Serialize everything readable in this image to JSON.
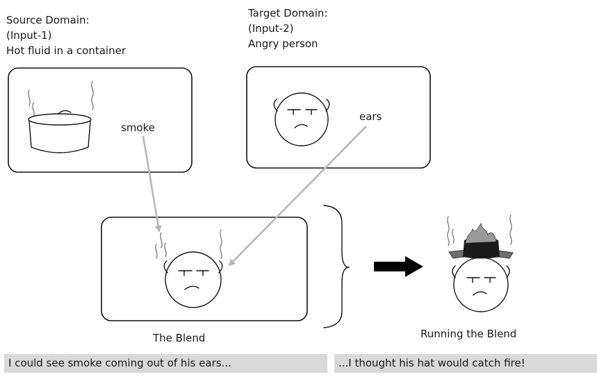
{
  "source": {
    "title": "Source Domain:",
    "input": "(Input-1)",
    "concept": "Hot fluid in a container",
    "element_label": "smoke"
  },
  "target": {
    "title": "Target Domain:",
    "input": "(Input-2)",
    "concept": "Angry person",
    "element_label": "ears"
  },
  "blend": {
    "label": "The Blend"
  },
  "running": {
    "label": "Running the Blend"
  },
  "captions": {
    "left": "I could see smoke coming out of his ears...",
    "right": "...I thought his hat would catch fire!"
  },
  "colors": {
    "mapping_arrow": "#b7b7b7",
    "caption_band": "#d9d9d9",
    "hat": "#1a1a1a",
    "flame": "#9a9a9a"
  }
}
